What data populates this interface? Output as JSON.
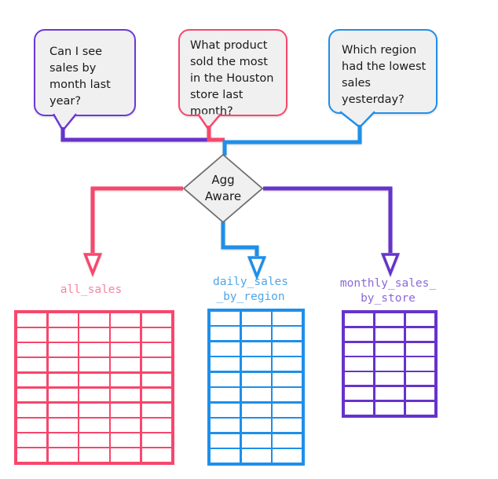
{
  "bubbles": [
    {
      "id": "purple",
      "text": "Can I see\nsales by\nmonth last\nyear?"
    },
    {
      "id": "pink",
      "text": "What product\nsold the most\nin the Houston\nstore last\nmonth?"
    },
    {
      "id": "blue",
      "text": "Which region\nhad the lowest\nsales\nyesterday?"
    }
  ],
  "diamond": {
    "label": "Agg\nAware"
  },
  "tables": [
    {
      "name": "all_sales",
      "rows": 10,
      "cols": 5,
      "color": "#F7476D",
      "label_color": "#F585A1"
    },
    {
      "name": "daily_sales\n_by_region",
      "rows": 10,
      "cols": 3,
      "color": "#1E8FEA",
      "label_color": "#4FA6E6"
    },
    {
      "name": "monthly_sales_\nby_store",
      "rows": 7,
      "cols": 3,
      "color": "#6633CC",
      "label_color": "#8B68D9"
    }
  ],
  "colors": {
    "pink": "#F7476D",
    "pink_light": "#F585A1",
    "blue": "#1E8FEA",
    "blue_light": "#4FA6E6",
    "purple": "#6633CC",
    "purple_bubble_border": "#6C38D6",
    "purple_light": "#8B68D9",
    "bubble_fill": "#F0F0F0",
    "diamond_fill": "#F0F0F0",
    "diamond_stroke": "#6E6E6E",
    "text": "#1A1A1A",
    "background": "#FFFFFF"
  }
}
